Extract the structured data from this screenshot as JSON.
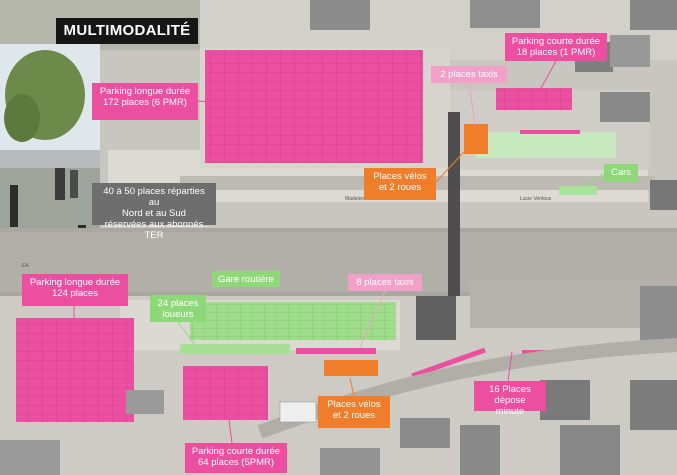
{
  "title": "MULTIMODALITÉ",
  "labels": {
    "parking_longue_nord": "Parking longue durée\n172 places (6 PMR)",
    "parking_courte_nord": "Parking courte durée\n18 places (1 PMR)",
    "taxis_nord": "2 places taxis",
    "velos_nord": "Places vélos\net 2 roues",
    "cars": "Cars",
    "abonnes_ter": "40 à 50 places réparties au\nNord et au Sud\nréservées aux abonnés TER",
    "parking_longue_sud": "Parking longue durée\n124 places",
    "gare_routiere": "Gare routière",
    "loueurs": "24 places\nloueurs",
    "taxis_sud": "8 places taxis",
    "velos_sud": "Places vélos\net 2 roues",
    "parking_courte_sud": "Parking courte durée\n64 places (5PMR)",
    "depose_minute": "16 Places\ndépose minute"
  },
  "streets": {
    "north": "Madeleine Gau A",
    "north_east": "Lucie Ventoux",
    "south_left": "EA"
  },
  "colors": {
    "parking": "#ec4ea0",
    "bikes": "#f07d2a",
    "bus": "#8fd87a",
    "title_bg": "#161616"
  }
}
